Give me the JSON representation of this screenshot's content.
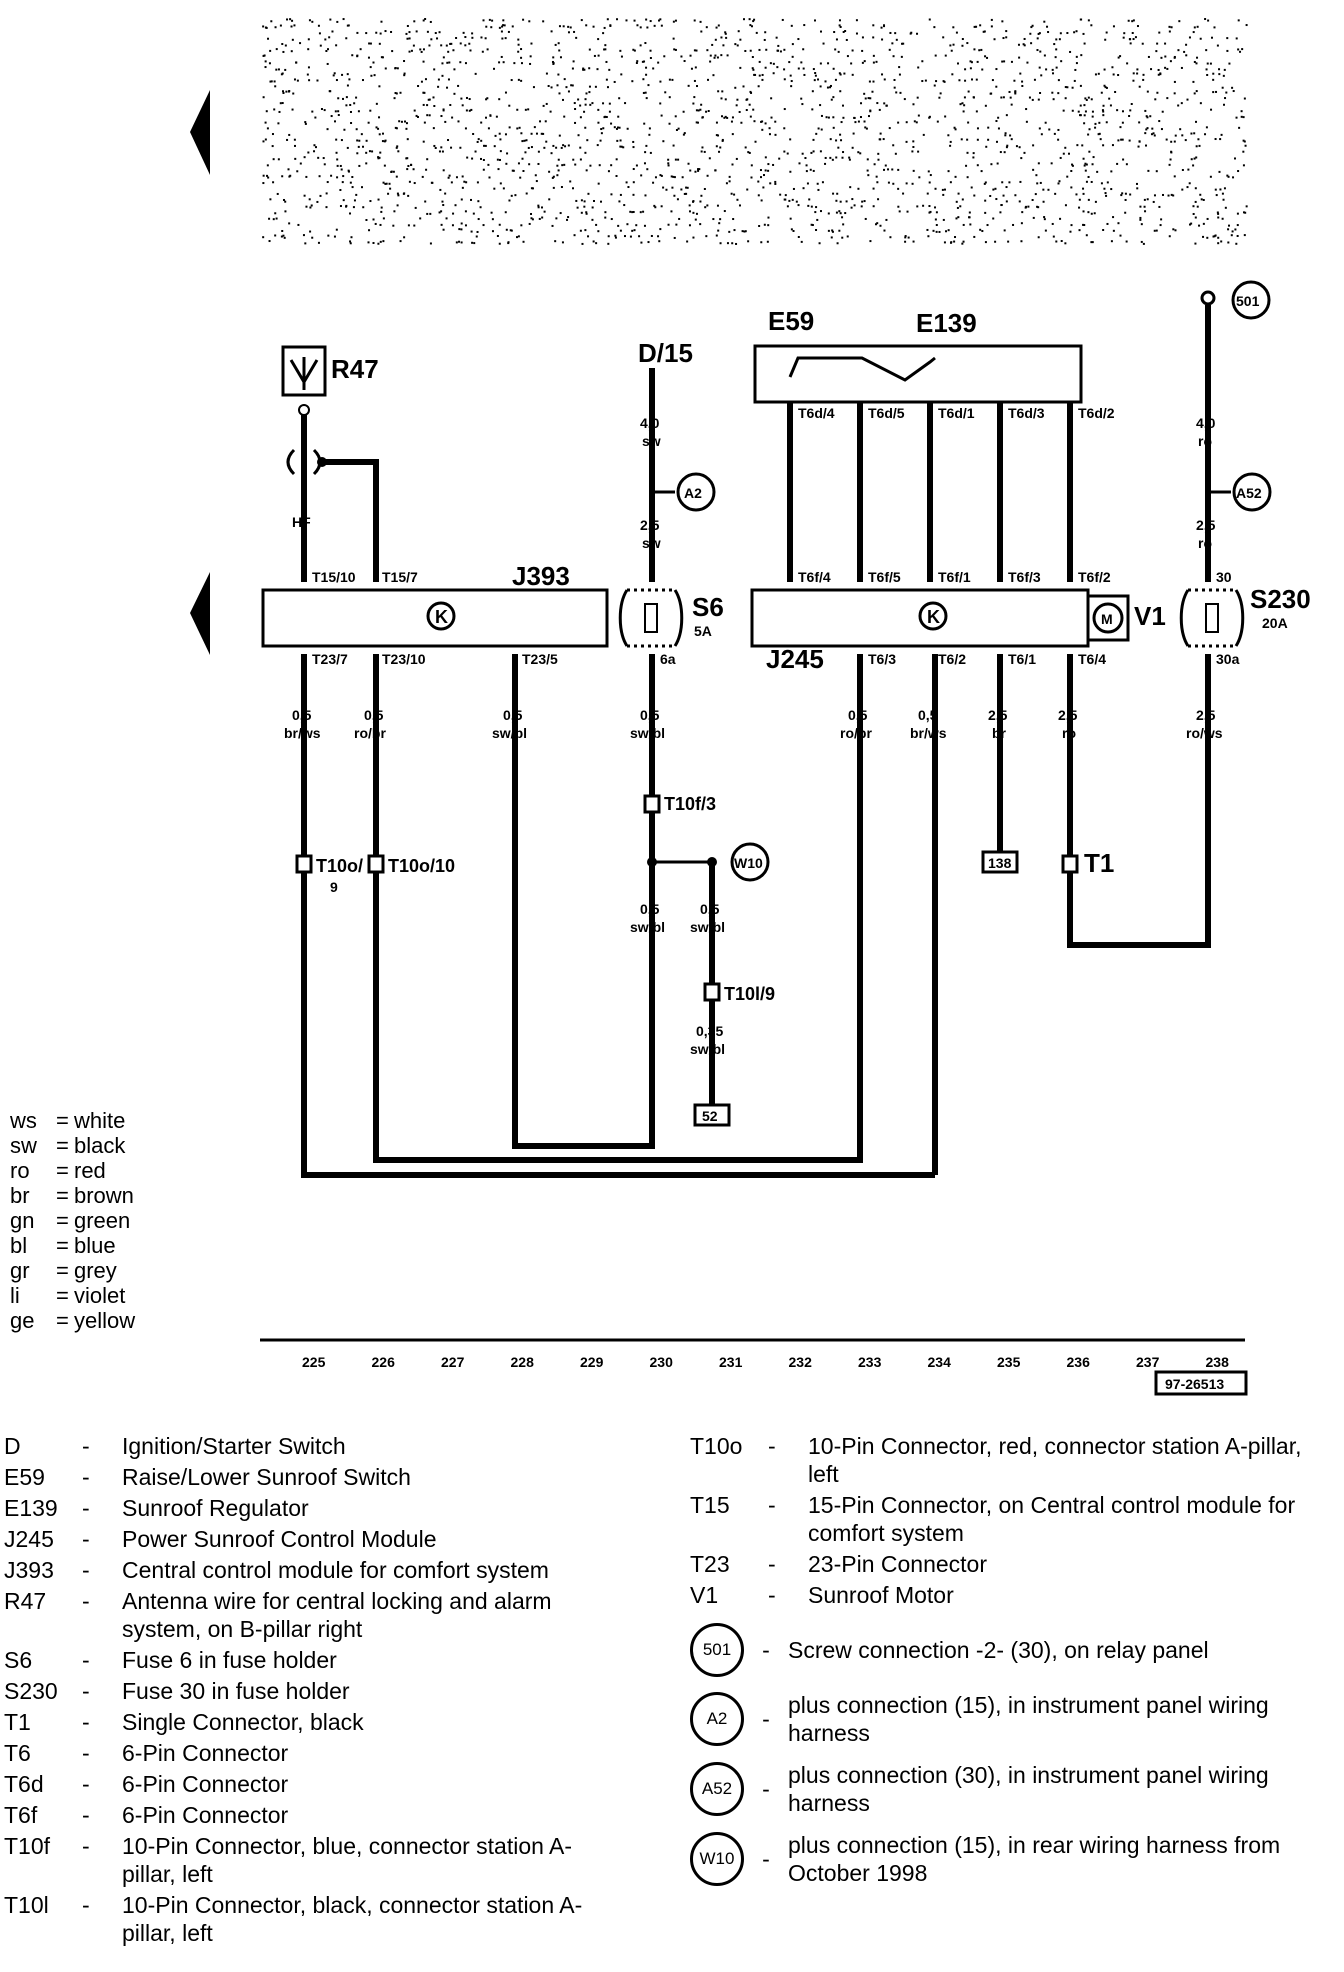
{
  "components": {
    "R47": "R47",
    "D15": "D/15",
    "E59": "E59",
    "E139": "E139",
    "J393": "J393",
    "J245": "J245",
    "S6": "S6",
    "S6_rating": "5A",
    "S230": "S230",
    "S230_rating": "20A",
    "V1": "V1",
    "K": "K",
    "M": "M"
  },
  "ground_points": {
    "501": "501",
    "A2": "A2",
    "A52": "A52",
    "W10": "W10"
  },
  "pins": {
    "HF": "HF",
    "T15_10": "T15/10",
    "T15_7": "T15/7",
    "T23_7": "T23/7",
    "T23_10": "T23/10",
    "T23_5": "T23/5",
    "S6_6a": "6a",
    "T6d_4": "T6d/4",
    "T6d_5": "T6d/5",
    "T6d_1": "T6d/1",
    "T6d_3": "T6d/3",
    "T6d_2": "T6d/2",
    "T6f_4": "T6f/4",
    "T6f_5": "T6f/5",
    "T6f_1": "T6f/1",
    "T6f_3": "T6f/3",
    "T6f_2": "T6f/2",
    "T6_3": "T6/3",
    "T6_2": "T6/2",
    "T6_1": "T6/1",
    "T6_4": "T6/4",
    "S230_30": "30",
    "S230_30a": "30a",
    "T10f_3": "T10f/3",
    "T10o_9": "T10o/",
    "T10o_9b": "9",
    "T10o_10": "T10o/10",
    "T10l_9": "T10l/9",
    "T1": "T1"
  },
  "wires": {
    "w225": {
      "size": "0,5",
      "color": "br/ws"
    },
    "w226": {
      "size": "0,5",
      "color": "ro/br"
    },
    "w228": {
      "size": "0,5",
      "color": "sw/bl"
    },
    "w230top": {
      "size": "4,0",
      "color": "sw"
    },
    "w230mid": {
      "size": "2,5",
      "color": "sw"
    },
    "w230": {
      "size": "0,5",
      "color": "sw/bl"
    },
    "w230b": {
      "size": "0,5",
      "color": "sw/bl"
    },
    "w231": {
      "size": "0,5",
      "color": "sw/bl"
    },
    "w231b": {
      "size": "0,35",
      "color": "sw/bl"
    },
    "w233": {
      "size": "0,5",
      "color": "ro/br"
    },
    "w234": {
      "size": "0,5",
      "color": "br/ws"
    },
    "w235": {
      "size": "2,5",
      "color": "br"
    },
    "w236": {
      "size": "2,5",
      "color": "ro"
    },
    "w238top": {
      "size": "4,0",
      "color": "ro"
    },
    "w238mid": {
      "size": "2,5",
      "color": "ro"
    },
    "w238": {
      "size": "2,5",
      "color": "ro/ws"
    }
  },
  "refs": {
    "r138": "138",
    "r52": "52"
  },
  "ruler": [
    "225",
    "226",
    "227",
    "228",
    "229",
    "230",
    "231",
    "232",
    "233",
    "234",
    "235",
    "236",
    "237",
    "238"
  ],
  "figure_id": "97-26513",
  "color_legend": [
    {
      "code": "ws",
      "name": "white"
    },
    {
      "code": "sw",
      "name": "black"
    },
    {
      "code": "ro",
      "name": "red"
    },
    {
      "code": "br",
      "name": "brown"
    },
    {
      "code": "gn",
      "name": "green"
    },
    {
      "code": "bl",
      "name": "blue"
    },
    {
      "code": "gr",
      "name": "grey"
    },
    {
      "code": "li",
      "name": "violet"
    },
    {
      "code": "ge",
      "name": "yellow"
    }
  ],
  "key_left": [
    {
      "code": "D",
      "desc": "Ignition/Starter Switch"
    },
    {
      "code": "E59",
      "desc": "Raise/Lower Sunroof Switch"
    },
    {
      "code": "E139",
      "desc": "Sunroof Regulator"
    },
    {
      "code": "J245",
      "desc": "Power Sunroof Control Module"
    },
    {
      "code": "J393",
      "desc": "Central control module for comfort system"
    },
    {
      "code": "R47",
      "desc": "Antenna wire for central locking and alarm system, on B-pillar right"
    },
    {
      "code": "S6",
      "desc": "Fuse 6 in fuse holder"
    },
    {
      "code": "S230",
      "desc": "Fuse 30 in fuse holder"
    },
    {
      "code": "T1",
      "desc": "Single Connector, black"
    },
    {
      "code": "T6",
      "desc": "6-Pin Connector"
    },
    {
      "code": "T6d",
      "desc": "6-Pin Connector"
    },
    {
      "code": "T6f",
      "desc": "6-Pin Connector"
    },
    {
      "code": "T10f",
      "desc": "10-Pin Connector, blue, connector station A-pillar, left"
    },
    {
      "code": "T10l",
      "desc": "10-Pin Connector, black, connector station A-pillar, left"
    }
  ],
  "key_right": [
    {
      "code": "T10o",
      "desc": "10-Pin Connector, red, connector station A-pillar, left"
    },
    {
      "code": "T15",
      "desc": "15-Pin Connector, on Central control module for comfort system"
    },
    {
      "code": "T23",
      "desc": "23-Pin Connector"
    },
    {
      "code": "V1",
      "desc": "Sunroof Motor"
    }
  ],
  "key_locations": [
    {
      "code": "501",
      "desc": "Screw connection -2- (30), on relay panel"
    },
    {
      "code": "A2",
      "desc": "plus connection (15), in instrument panel wiring harness"
    },
    {
      "code": "A52",
      "desc": "plus connection (30), in instrument panel wiring harness"
    },
    {
      "code": "W10",
      "desc": "plus connection (15), in rear wiring harness from October 1998"
    }
  ]
}
